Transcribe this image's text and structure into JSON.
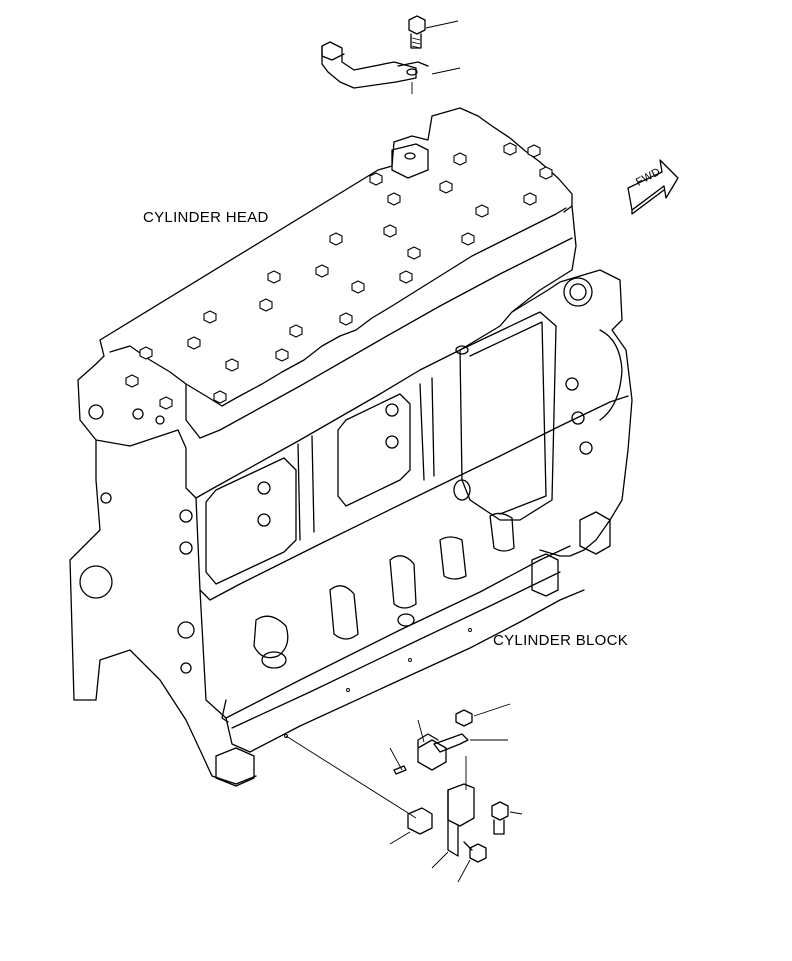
{
  "labels": {
    "cylinder_head": "CYLINDER HEAD",
    "cylinder_block": "CYLINDER BLOCK",
    "fwd": "FWD"
  }
}
